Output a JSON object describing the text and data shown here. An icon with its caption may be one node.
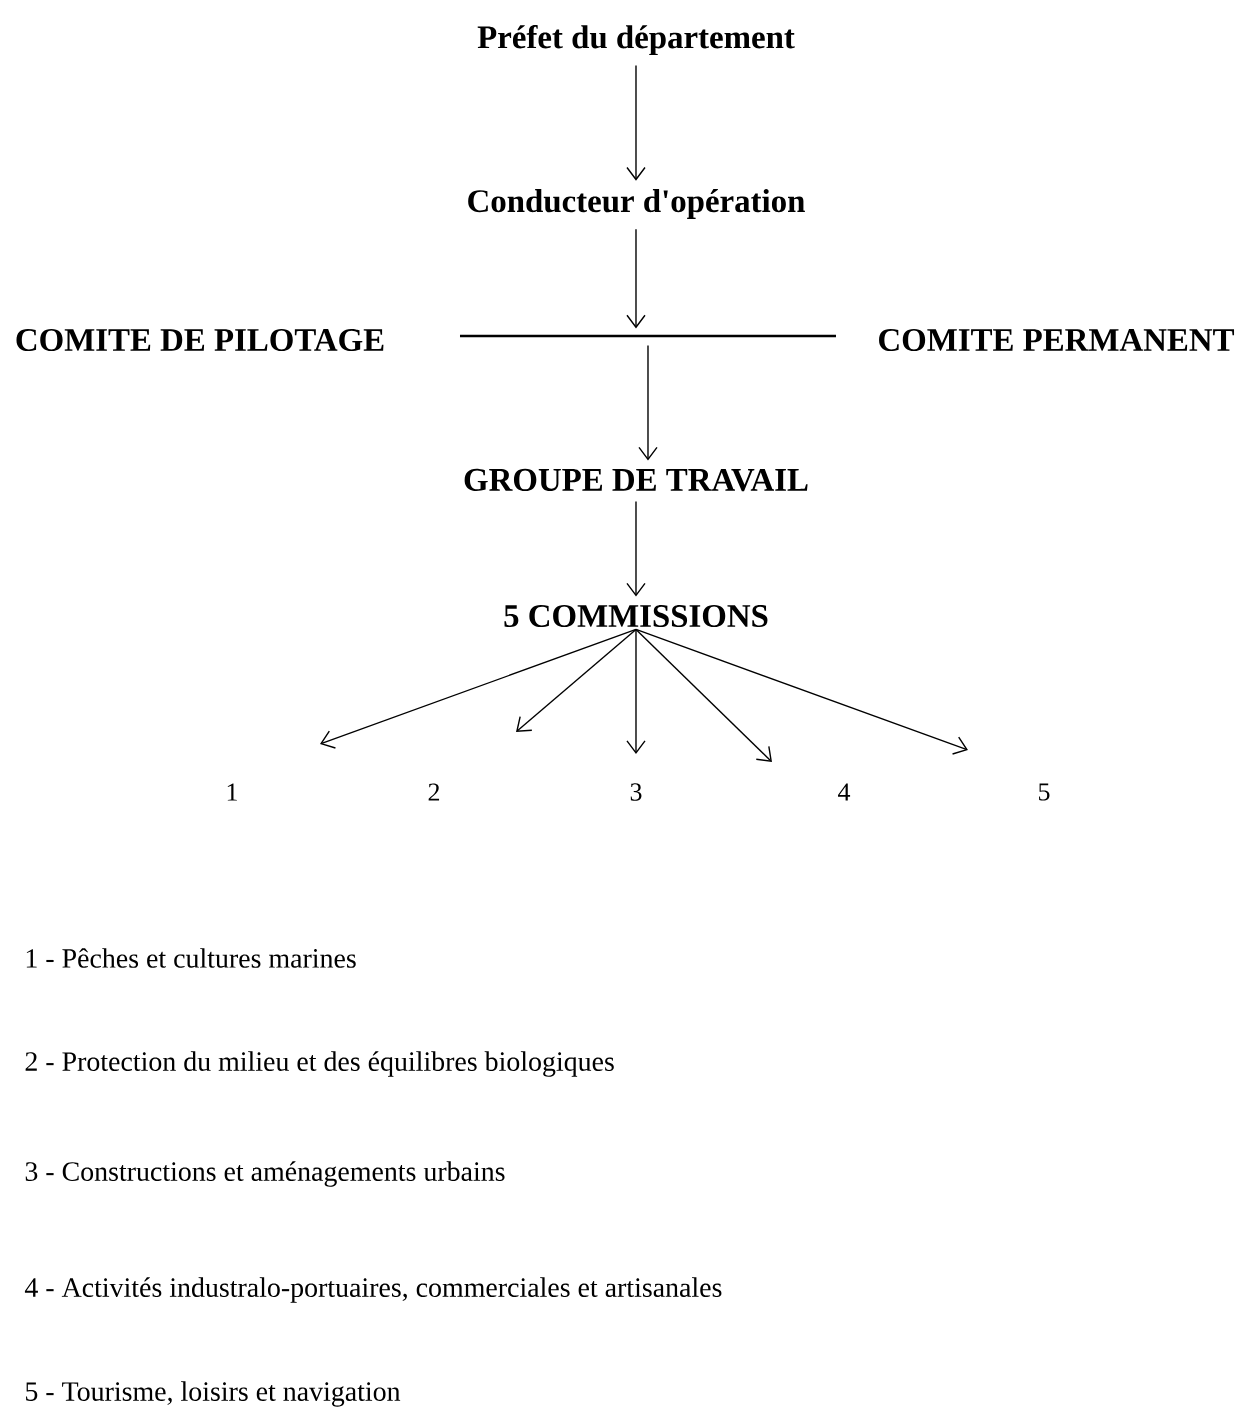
{
  "diagram": {
    "nodes": [
      {
        "text": [
          "Préfet du département"
        ]
      },
      {
        "text": [
          "Conducteur d'opération"
        ]
      },
      {
        "text": [
          "COMITE DE PILOTAGE"
        ]
      },
      {
        "text": [
          "COMITE PERMANENT"
        ]
      },
      {
        "text": [],
        "shape": "bar"
      },
      {
        "text": [
          "GROUPE DE TRAVAIL"
        ]
      },
      {
        "text": [
          "5 COMMISSIONS"
        ]
      },
      {
        "text": [
          "1"
        ]
      },
      {
        "text": [
          "2"
        ]
      },
      {
        "text": [
          "3"
        ]
      },
      {
        "text": [
          "4"
        ]
      },
      {
        "text": [
          "5"
        ]
      }
    ],
    "edges": [
      {
        "from": 0,
        "to": 1,
        "arrow": "to"
      },
      {
        "from": 1,
        "to": 4,
        "arrow": "to"
      },
      {
        "from": 4,
        "to": 5,
        "arrow": "to"
      },
      {
        "from": 5,
        "to": 6,
        "arrow": "to"
      },
      {
        "from": 6,
        "to": 7,
        "arrow": "to"
      },
      {
        "from": 6,
        "to": 8,
        "arrow": "to"
      },
      {
        "from": 6,
        "to": 9,
        "arrow": "to"
      },
      {
        "from": 6,
        "to": 10,
        "arrow": "to"
      },
      {
        "from": 6,
        "to": 11,
        "arrow": "to"
      }
    ],
    "labels": [
      "1 - Pêches et cultures marines",
      "2 - Protection du milieu et des équilibres biologiques",
      "3 - Constructions et aménagements urbains",
      "4 - Activités industralo-portuaires, commerciales et artisanales",
      "5 - Tourisme, loisirs et navigation"
    ]
  }
}
